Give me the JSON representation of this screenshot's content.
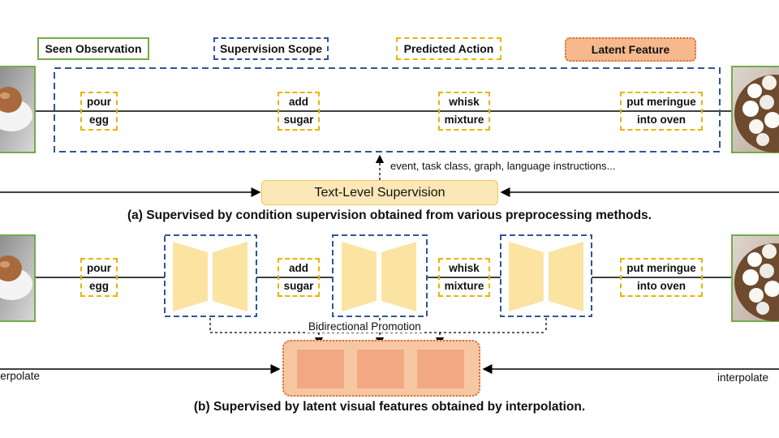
{
  "legend": {
    "seen_observation": "Seen Observation",
    "supervision_scope": "Supervision Scope",
    "predicted_action": "Predicted Action",
    "latent_feature": "Latent Feature"
  },
  "actions": [
    {
      "line1": "pour",
      "line2": "egg"
    },
    {
      "line1": "add",
      "line2": "sugar"
    },
    {
      "line1": "whisk",
      "line2": "mixture"
    },
    {
      "line1": "put meringue",
      "line2": "into oven"
    }
  ],
  "panel_a": {
    "condition_note": "event, task class, graph, language instructions...",
    "text_level_supervision": "Text-Level Supervision",
    "caption": "(a) Supervised by condition supervision obtained from various preprocessing methods."
  },
  "panel_b": {
    "bidirectional_label": "Bidirectional Promotion",
    "interpolate_left": "interpolate",
    "interpolate_right": "interpolate",
    "caption": "(b) Supervised by latent visual features obtained by interpolation."
  },
  "colors": {
    "seen_border": "#70ad47",
    "scope_border": "#2f5597",
    "predicted_border": "#e9b400",
    "latent_fill": "#f6b98e",
    "latent_border": "#e06b3a",
    "text_supervision_fill": "#fbe7b7",
    "encoder_fill": "#fbe3a1"
  },
  "icons": {
    "start_image": "egg-bowl-photo",
    "goal_image": "meringue-pie-photo"
  }
}
